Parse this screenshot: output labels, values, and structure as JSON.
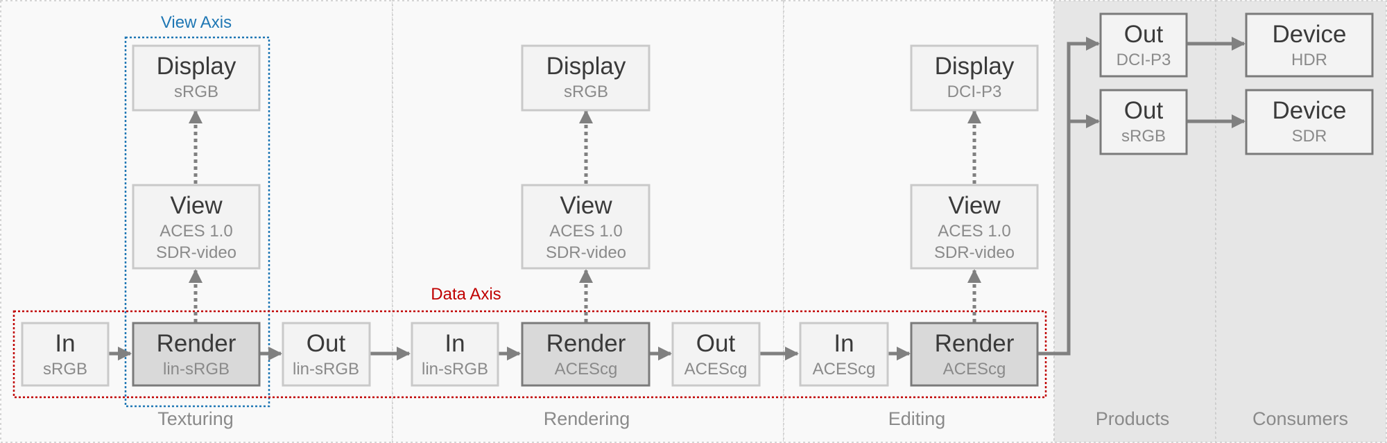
{
  "sections": [
    "Texturing",
    "Rendering",
    "Editing",
    "Products",
    "Consumers"
  ],
  "axes": {
    "view_axis": "View Axis",
    "data_axis": "Data Axis"
  },
  "texturing": {
    "display": {
      "title": "Display",
      "sub": "sRGB"
    },
    "view": {
      "title": "View",
      "sub1": "ACES 1.0",
      "sub2": "SDR-video"
    },
    "in": {
      "title": "In",
      "sub": "sRGB"
    },
    "render": {
      "title": "Render",
      "sub": "lin-sRGB"
    },
    "out": {
      "title": "Out",
      "sub": "lin-sRGB"
    }
  },
  "rendering": {
    "display": {
      "title": "Display",
      "sub": "sRGB"
    },
    "view": {
      "title": "View",
      "sub1": "ACES 1.0",
      "sub2": "SDR-video"
    },
    "in": {
      "title": "In",
      "sub": "lin-sRGB"
    },
    "render": {
      "title": "Render",
      "sub": "ACEScg"
    },
    "out": {
      "title": "Out",
      "sub": "ACEScg"
    }
  },
  "editing": {
    "display": {
      "title": "Display",
      "sub": "DCI-P3"
    },
    "view": {
      "title": "View",
      "sub1": "ACES 1.0",
      "sub2": "SDR-video"
    },
    "in": {
      "title": "In",
      "sub": "ACEScg"
    },
    "render": {
      "title": "Render",
      "sub": "ACEScg"
    }
  },
  "products": {
    "out1": {
      "title": "Out",
      "sub": "DCI-P3"
    },
    "out2": {
      "title": "Out",
      "sub": "sRGB"
    }
  },
  "consumers": {
    "device1": {
      "title": "Device",
      "sub": "HDR"
    },
    "device2": {
      "title": "Device",
      "sub": "SDR"
    }
  },
  "colors": {
    "panel": "#f9f9f9",
    "panel_dark": "#e6e6e6",
    "box_fill": "#f3f3f3",
    "box_stroke": "#c9c9c9",
    "render_fill": "#d9d9d9",
    "render_stroke": "#7a7a7a",
    "arrow": "#808080",
    "view_axis": "#1f77b4",
    "data_axis": "#c00000"
  }
}
